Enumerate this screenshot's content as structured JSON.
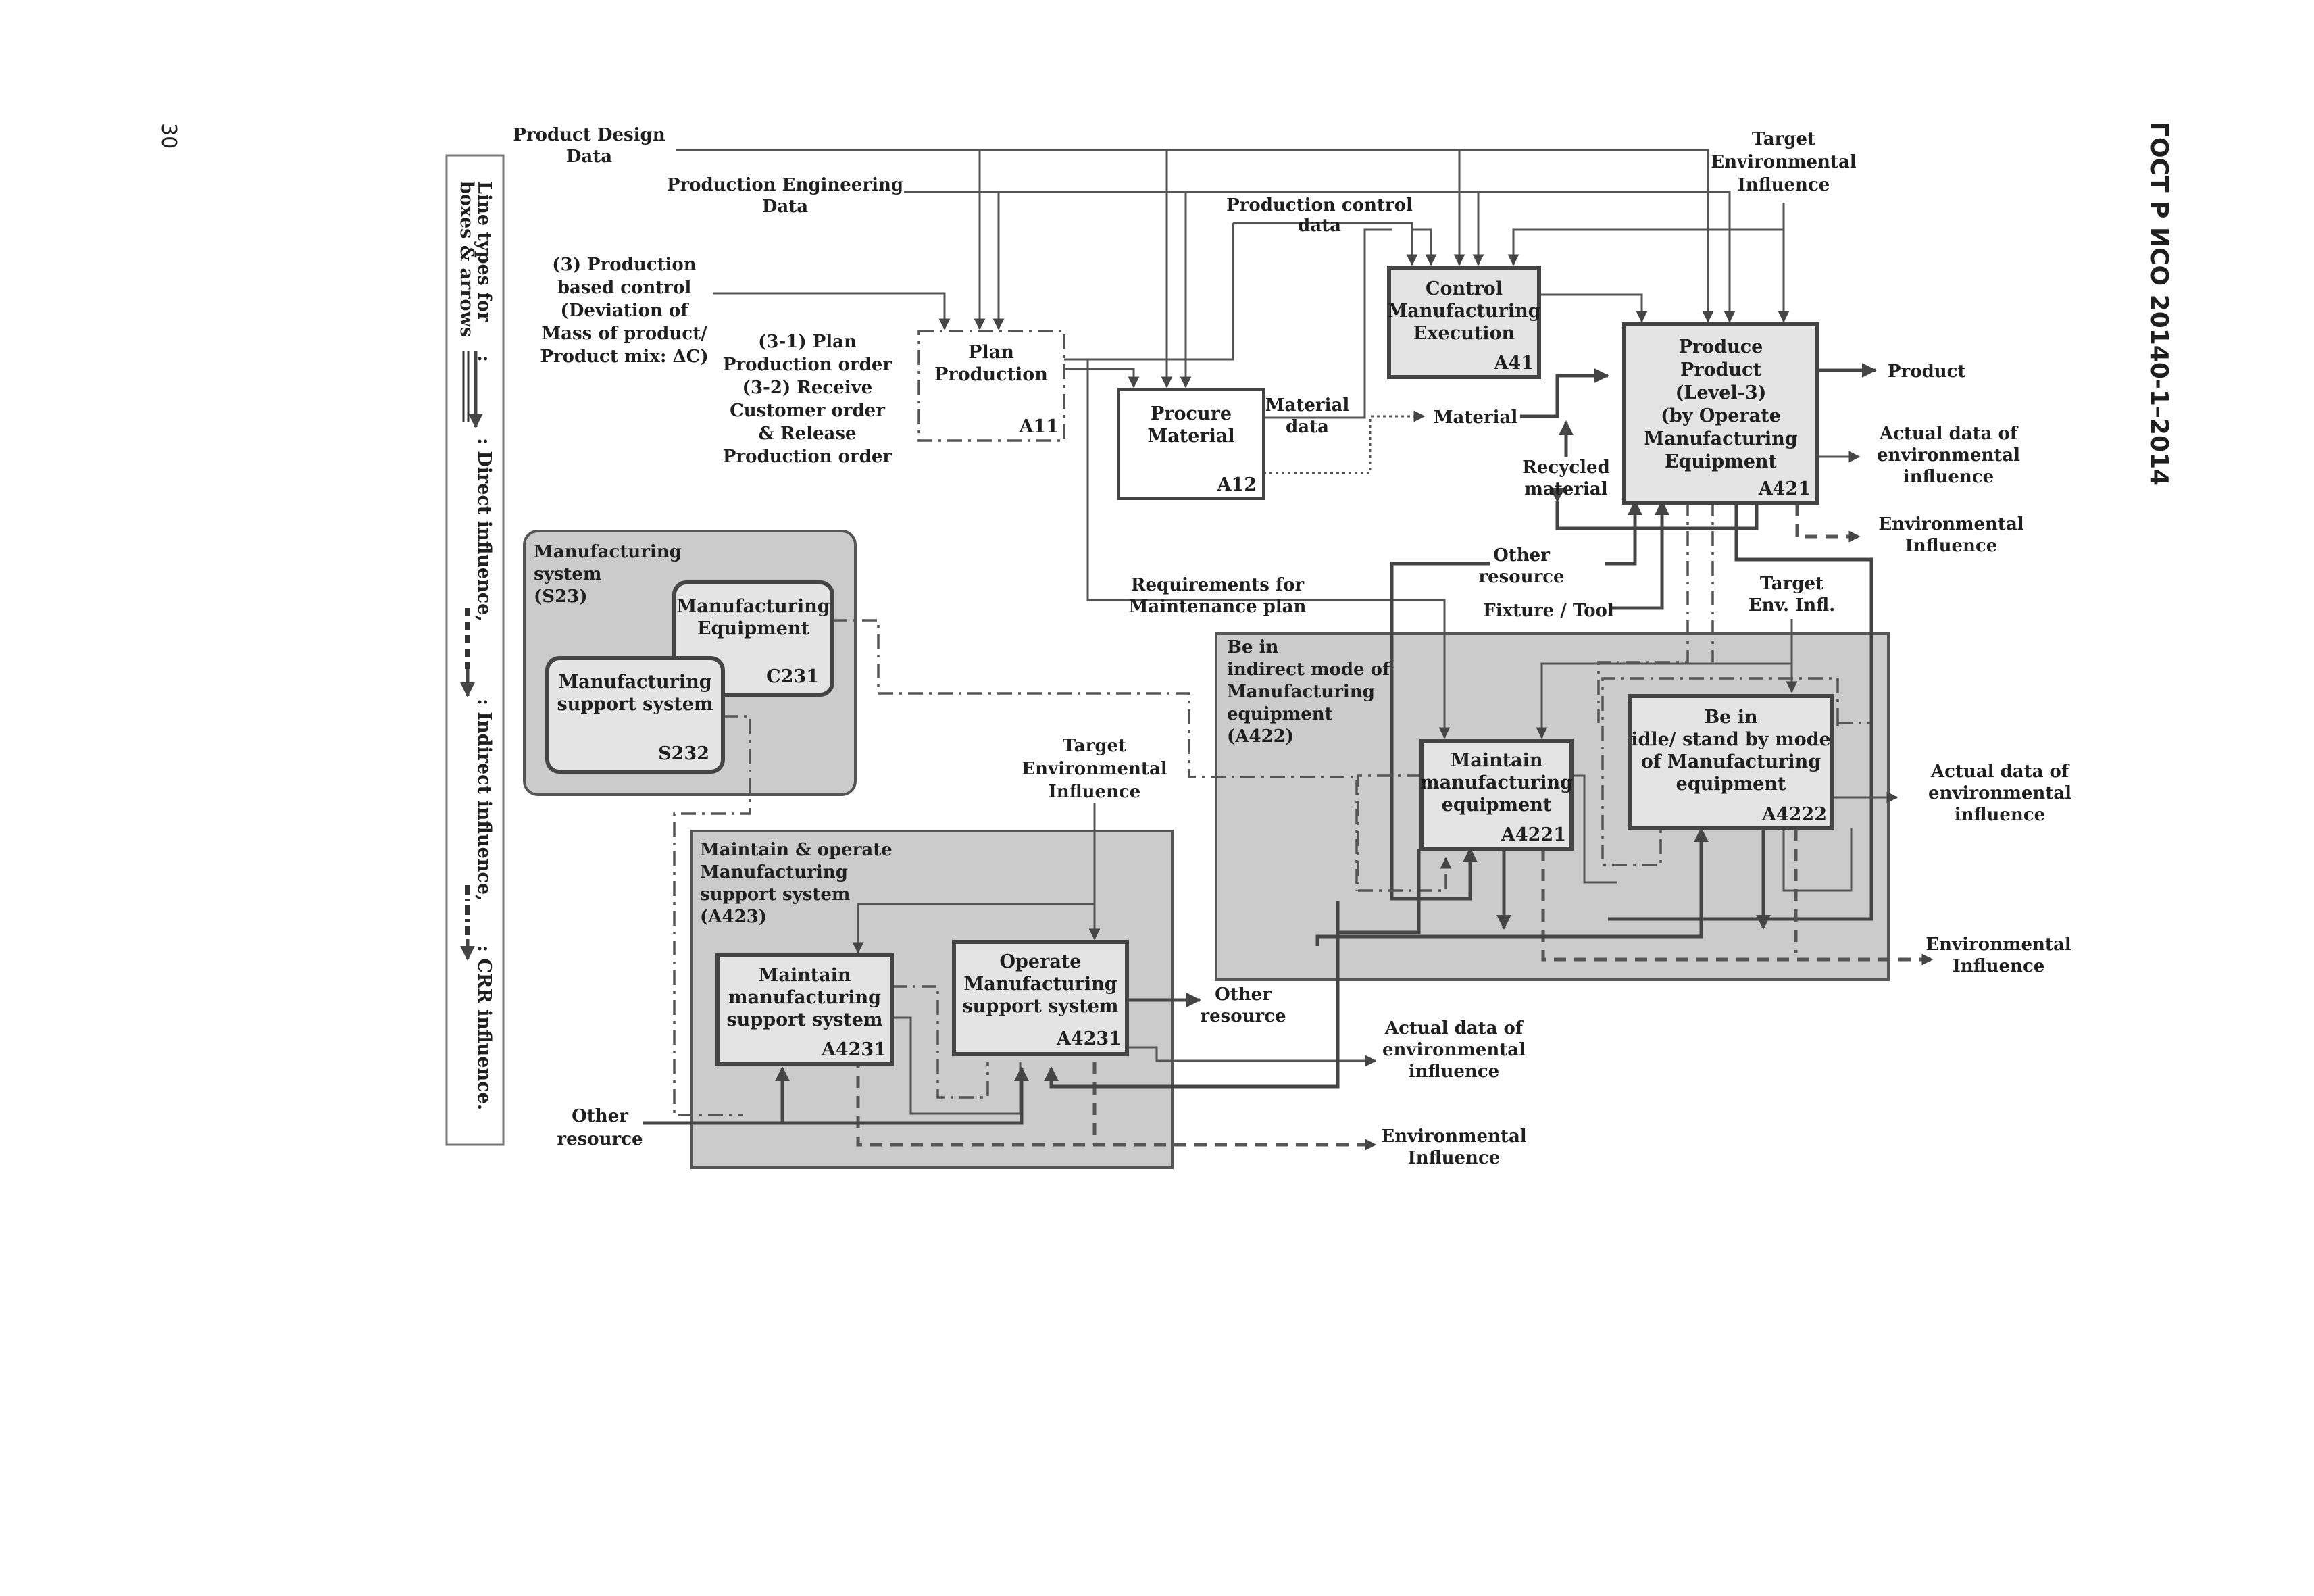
{
  "document": {
    "page_number": "30",
    "standard_title": "ГОСТ Р ИСО 20140-1–2014"
  },
  "legend": {
    "title_lines": [
      "Line types for",
      "boxes & arrows",
      ":"
    ],
    "direct": ": Direct influence,",
    "indirect": ": Indirect influence,",
    "crr": ": CRR influence."
  },
  "inputs": {
    "product_design_data": [
      "Product Design",
      "Data"
    ],
    "production_engineering_data": [
      "Production Engineering",
      "Data"
    ],
    "production_control_data": [
      "Production control",
      "data"
    ],
    "production_based_control": [
      "(3) Production",
      "based control",
      "(Deviation of",
      "Mass of product/",
      "Product mix: ΔC)"
    ],
    "plan_orders": [
      "(3-1) Plan",
      "Production order",
      "(3-2) Receive",
      "Customer order",
      "& Release",
      "Production order"
    ],
    "target_env_top": [
      "Target",
      "Environmental",
      "Influence"
    ],
    "material_data": [
      "Material",
      "data"
    ],
    "material": "Material",
    "recycled_material": [
      "Recycled",
      "material"
    ],
    "other_resource_top": [
      "Other",
      "resource"
    ],
    "fixture_tool": "Fixture / Tool",
    "requirements": [
      "Requirements for",
      "Maintenance plan"
    ],
    "target_env_mid": [
      "Target",
      "Env. Infl."
    ],
    "target_env_a423": [
      "Target",
      "Environmental",
      "Influence"
    ],
    "other_resource_bottom": [
      "Other",
      "resource"
    ]
  },
  "outputs": {
    "product": "Product",
    "actual_data_a421": [
      "Actual data of",
      "environmental",
      "influence"
    ],
    "env_infl_a421": [
      "Environmental",
      "Influence"
    ],
    "actual_data_a422": [
      "Actual data of",
      "environmental",
      "influence"
    ],
    "env_infl_a422": [
      "Environmental",
      "Influence"
    ],
    "other_resource_a423": [
      "Other",
      "resource"
    ],
    "actual_data_a423": [
      "Actual data of",
      "environmental",
      "influence"
    ],
    "env_infl_a423": [
      "Environmental",
      "Influence"
    ]
  },
  "boxes": {
    "a11": {
      "title": [
        "Plan",
        "Production"
      ],
      "id": "A11"
    },
    "a12": {
      "title": [
        "Procure",
        "Material"
      ],
      "id": "A12"
    },
    "a41": {
      "title": [
        "Control",
        "Manufacturing",
        "Execution"
      ],
      "id": "A41"
    },
    "a421": {
      "title": [
        "Produce",
        "Product",
        "(Level-3)",
        "(by Operate",
        "Manufacturing",
        "Equipment"
      ],
      "id": "A421"
    },
    "a4221": {
      "title": [
        "Maintain",
        "manufacturing",
        "equipment"
      ],
      "id": "A4221"
    },
    "a4222": {
      "title": [
        "Be in",
        "idle/ stand by mode",
        "of Manufacturing",
        "equipment"
      ],
      "id": "A4222"
    },
    "a42311": {
      "title": [
        "Maintain",
        "manufacturing",
        "support system"
      ],
      "id": "A4231"
    },
    "a42312": {
      "title": [
        "Operate",
        "Manufacturing",
        "support system"
      ],
      "id": "A4231"
    },
    "c231": {
      "title": [
        "Manufacturing",
        "Equipment"
      ],
      "id": "C231"
    },
    "s232": {
      "title": [
        "Manufacturing",
        "support system"
      ],
      "id": "S232"
    }
  },
  "groups": {
    "s23": {
      "title": [
        "Manufacturing",
        "system",
        "(S23)"
      ]
    },
    "a422": {
      "title": [
        "Be in",
        "indirect mode of",
        "Manufacturing",
        "equipment",
        "(A422)"
      ]
    },
    "a423": {
      "title": [
        "Maintain & operate",
        "Manufacturing",
        "support system",
        "(A423)"
      ]
    }
  },
  "colors": {
    "box_fill": "#e4e4e4",
    "group_fill": "#cbcbcb",
    "line": "#555555"
  }
}
